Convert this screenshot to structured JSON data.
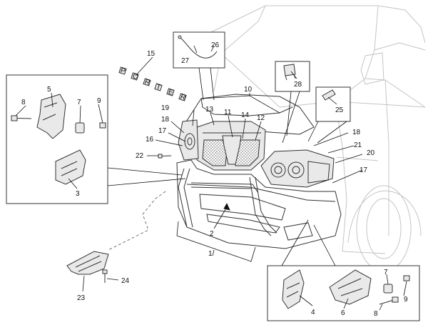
{
  "diagram": {
    "type": "exploded-parts-diagram",
    "callouts": {
      "c1": "1",
      "c2": "2",
      "c3": "3",
      "c4": "4",
      "c5": "5",
      "c6": "6",
      "c7a": "7",
      "c7b": "7",
      "c8a": "8",
      "c8b": "8",
      "c9a": "9",
      "c9b": "9",
      "c10": "10",
      "c11": "11",
      "c12": "12",
      "c13": "13",
      "c14": "14",
      "c15": "15",
      "c16": "16",
      "c17a": "17",
      "c17b": "17",
      "c18a": "18",
      "c18b": "18",
      "c19": "19",
      "c20": "20",
      "c21": "21",
      "c22": "22",
      "c23": "23",
      "c24": "24",
      "c25": "25",
      "c26": "26",
      "c27": "27",
      "c28": "28"
    },
    "badge_letters": [
      "P",
      "O",
      "R",
      "T",
      "E",
      "R"
    ]
  }
}
